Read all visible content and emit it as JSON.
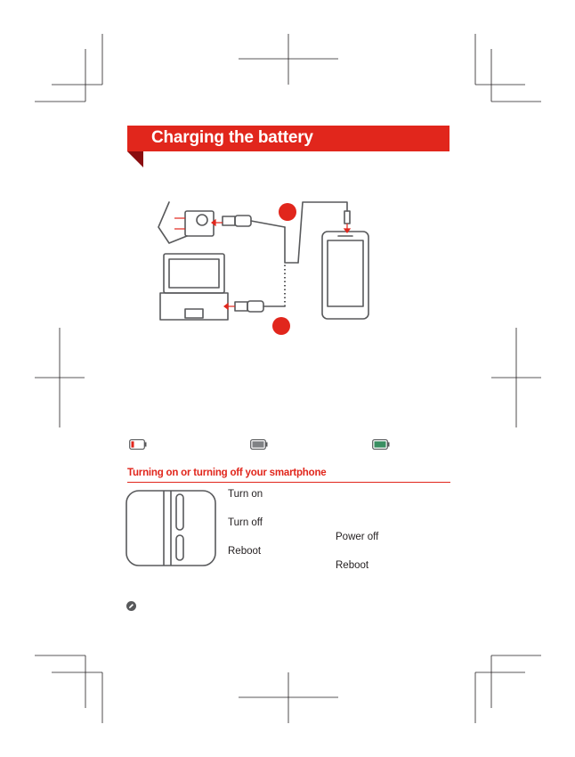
{
  "header": {
    "title": "Charging the battery"
  },
  "section": {
    "title": "Turning on or turning off your smartphone"
  },
  "power_labels": {
    "turn_on": "Turn on",
    "turn_off": "Turn off",
    "power_off": "Power off",
    "reboot": "Reboot",
    "reboot_option": "Reboot"
  },
  "colors": {
    "accent": "#e1261c",
    "accent_dark": "#8a0d10",
    "outline": "#58595b",
    "battery_low": "#e1261c",
    "battery_mid": "#808285",
    "battery_full": "#3a8f62"
  },
  "icons": [
    "charger-icon",
    "usb-cable-icon",
    "laptop-icon",
    "smartphone-icon",
    "battery-low-icon",
    "battery-charging-icon",
    "battery-full-icon",
    "power-button-icon",
    "note-icon"
  ]
}
